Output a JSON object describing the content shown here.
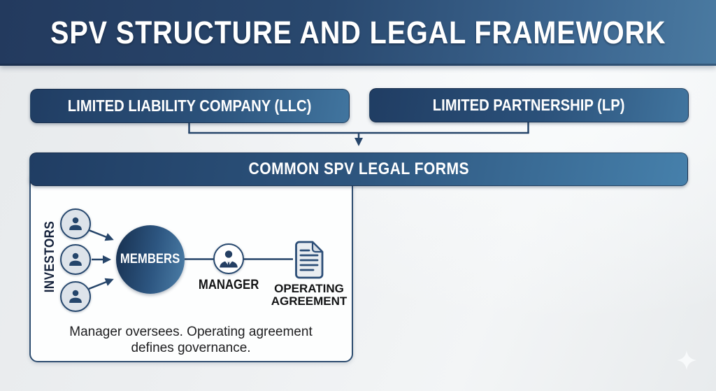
{
  "header": {
    "title": "SPV STRUCTURE AND LEGAL FRAMEWORK"
  },
  "legal_forms": {
    "llc_label": "LIMITED LIABILITY COMPANY (LLC)",
    "lp_label": "LIMITED PARTNERSHIP (LP)",
    "common_label": "COMMON SPV LEGAL FORMS"
  },
  "llc_structure": {
    "investors_label": "INVESTORS",
    "members_label": "MEMBERS",
    "manager_label": "MANAGER",
    "agreement_label": "OPERATING\nAGREEMENT",
    "caption": "Manager oversees. Operating agreement\ndefines governance."
  },
  "icons": {
    "investor": "person-icon",
    "manager": "business-person-icon",
    "agreement": "document-icon",
    "footer_mark": "sparkle-icon"
  },
  "colors": {
    "header_navy": "#233a5e",
    "steel_blue": "#4a7aa1",
    "box_gradient_start": "#203d63",
    "box_gradient_end": "#41759f",
    "line_navy": "#26456a",
    "panel_border": "#2e4d70",
    "panel_fill": "#fdfefe",
    "avatar_fill": "#dde3ea",
    "background": "#edeff1",
    "text_dark": "#202022",
    "white": "#ffffff"
  }
}
